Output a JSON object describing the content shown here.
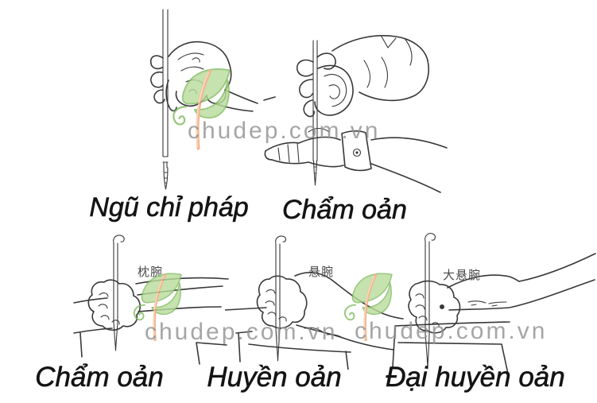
{
  "title": "Calligraphy brush-holding techniques figure sheet",
  "colors": {
    "bg": "#ffffff",
    "line": "#383838",
    "label": "#141414",
    "cjk": "#4a4a4a",
    "wm-text": "#909090",
    "leaf-fill": "#b9dc9a",
    "leaf-stroke": "#7fbb5e",
    "stem": "#f0a478",
    "stem-hl": "#fcd9b8"
  },
  "watermark": {
    "text": "chudep.com.vn",
    "logo": "leaf-logo"
  },
  "figures": {
    "top": [
      {
        "label": "Ngũ chỉ pháp",
        "illustration": "hand gripping vertical brush, five-finger method"
      },
      {
        "label": "Chẩm oản",
        "illustration": "brush hand resting on back of the other hand"
      }
    ],
    "bottom": [
      {
        "label": "Chẩm oản",
        "caption_cjk": "枕腕",
        "illustration": "wrist pillowed on table"
      },
      {
        "label": "Huyền oản",
        "caption_cjk": "悬腕",
        "illustration": "wrist suspended, elbow down"
      },
      {
        "label": "Đại huyền oản",
        "caption_cjk": "大悬腕",
        "illustration": "whole arm suspended"
      }
    ]
  }
}
